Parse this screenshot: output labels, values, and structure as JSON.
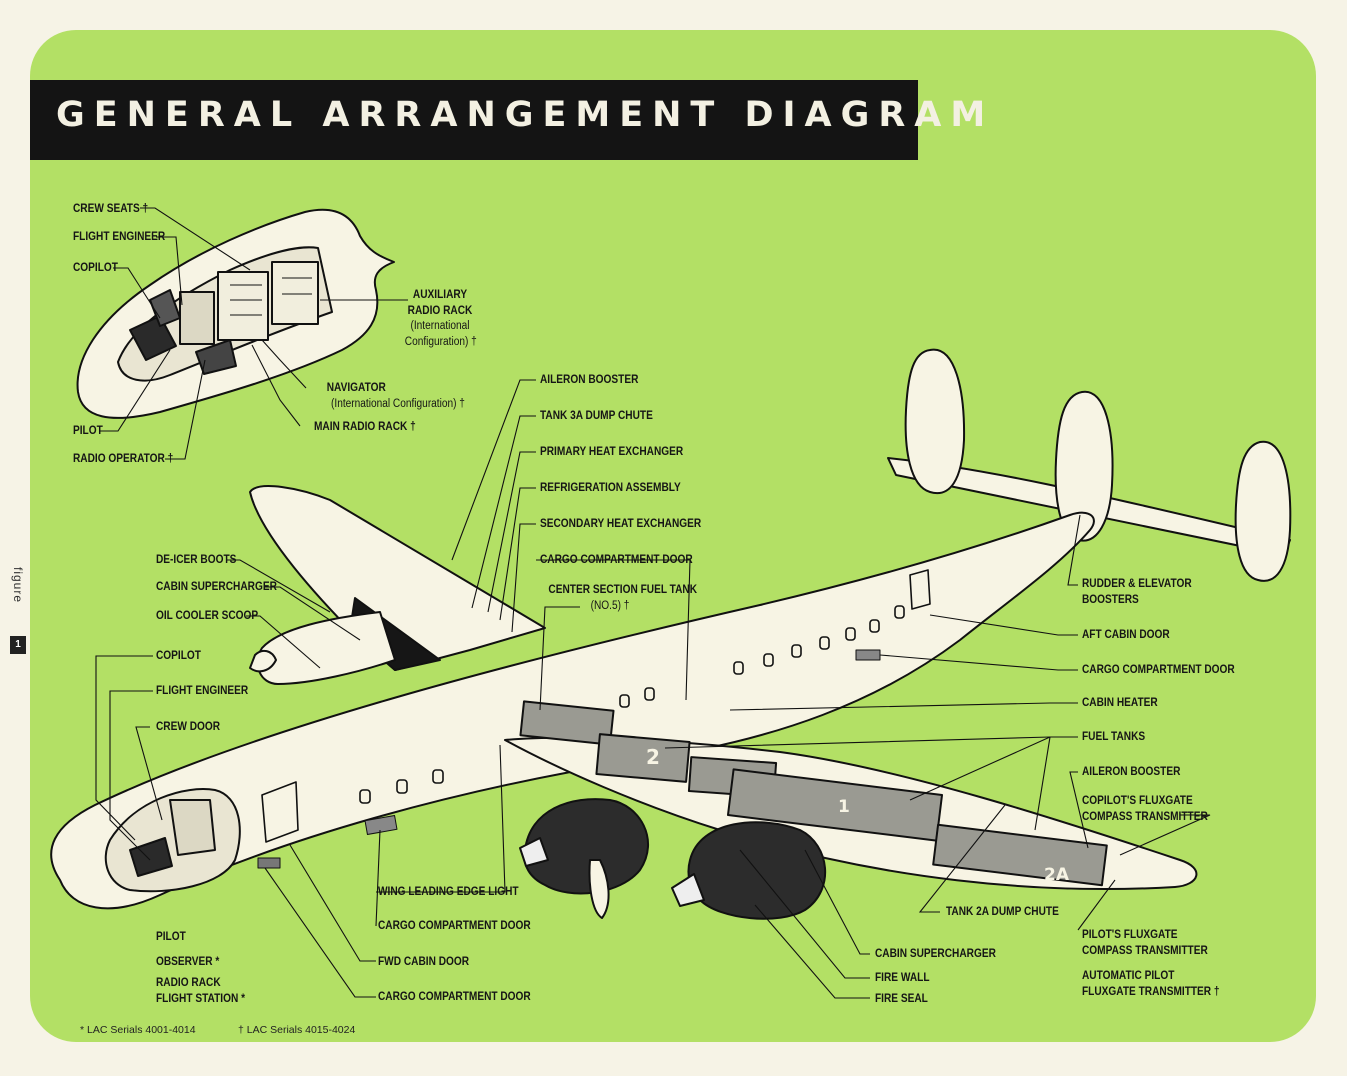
{
  "title": "GENERAL ARRANGEMENT DIAGRAM",
  "figure_tab": {
    "word": "figure",
    "number": "1"
  },
  "inset_labels": {
    "crew_seats": "CREW SEATS †",
    "flight_engineer": "FLIGHT ENGINEER",
    "copilot": "COPILOT",
    "pilot": "PILOT",
    "radio_operator": "RADIO OPERATOR †",
    "aux_radio_rack_1": "AUXILIARY",
    "aux_radio_rack_2": "RADIO RACK",
    "aux_radio_rack_3": "(International",
    "aux_radio_rack_4": "Configuration) †",
    "navigator_1": "NAVIGATOR",
    "navigator_2": "(International Configuration) †",
    "main_radio_rack": "MAIN RADIO RACK †"
  },
  "top_labels": {
    "aileron_booster": "AILERON BOOSTER",
    "tank_3a_dump_chute": "TANK 3A DUMP CHUTE",
    "primary_heat_exchanger": "PRIMARY HEAT EXCHANGER",
    "refrigeration_assembly": "REFRIGERATION ASSEMBLY",
    "secondary_heat_exchanger": "SECONDARY HEAT EXCHANGER",
    "cargo_compartment_door": "CARGO COMPARTMENT DOOR",
    "center_section_fuel_tank_1": "CENTER SECTION FUEL TANK",
    "center_section_fuel_tank_2": "(NO.5) †"
  },
  "left_labels": {
    "de_icer_boots": "DE-ICER BOOTS",
    "cabin_supercharger": "CABIN SUPERCHARGER",
    "oil_cooler_scoop": "OIL COOLER SCOOP",
    "copilot": "COPILOT",
    "flight_engineer": "FLIGHT ENGINEER",
    "crew_door": "CREW DOOR",
    "pilot": "PILOT",
    "observer": "OBSERVER *",
    "radio_rack_1": "RADIO RACK",
    "radio_rack_2": "FLIGHT STATION *"
  },
  "right_labels": {
    "rudder_elevator_1": "RUDDER & ELEVATOR",
    "rudder_elevator_2": "BOOSTERS",
    "aft_cabin_door": "AFT CABIN DOOR",
    "cargo_compartment_door": "CARGO COMPARTMENT DOOR",
    "cabin_heater": "CABIN HEATER",
    "fuel_tanks": "FUEL TANKS",
    "aileron_booster": "AILERON BOOSTER",
    "copilot_fluxgate_1": "COPILOT'S FLUXGATE",
    "copilot_fluxgate_2": "COMPASS TRANSMITTER",
    "pilot_fluxgate_1": "PILOT'S FLUXGATE",
    "pilot_fluxgate_2": "COMPASS TRANSMITTER",
    "auto_pilot_1": "AUTOMATIC PILOT",
    "auto_pilot_2": "FLUXGATE TRANSMITTER †"
  },
  "bottom_labels": {
    "wing_leading_edge_light": "WING LEADING EDGE LIGHT",
    "cargo_compartment_door_1": "CARGO COMPARTMENT DOOR",
    "fwd_cabin_door": "FWD CABIN DOOR",
    "cargo_compartment_door_2": "CARGO COMPARTMENT DOOR",
    "tank_2a_dump_chute": "TANK 2A DUMP CHUTE",
    "cabin_supercharger": "CABIN SUPERCHARGER",
    "fire_wall": "FIRE WALL",
    "fire_seal": "FIRE SEAL"
  },
  "tank_numbers": {
    "tank_1": "1",
    "tank_2": "2",
    "tank_2a": "2A"
  },
  "footnotes": {
    "note_star": "* LAC Serials 4001-4014",
    "note_dagger": "† LAC Serials 4015-4024"
  },
  "colors": {
    "panel": "#b3e065",
    "page": "#f6f3e6",
    "title_bar": "#141414",
    "aircraft": "#f7f4e4",
    "tank": "#9a9a92"
  }
}
